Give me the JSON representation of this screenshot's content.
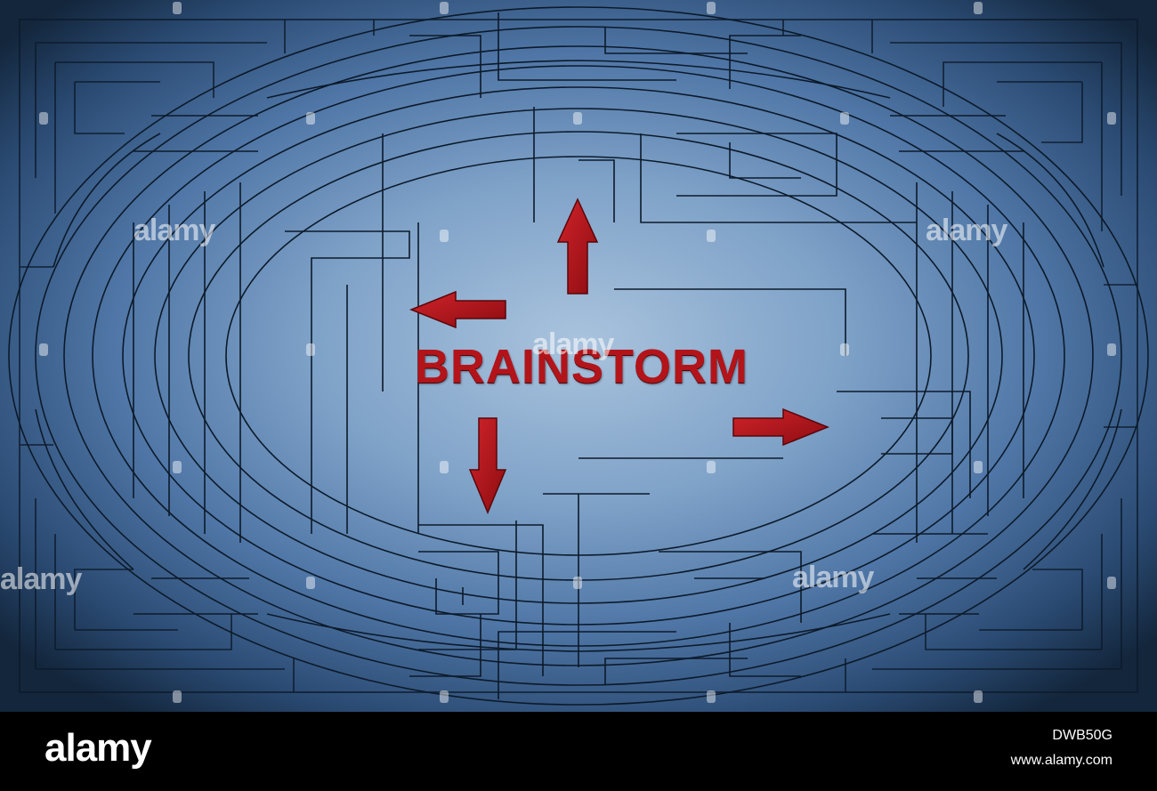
{
  "image": {
    "headline": "BRAINSTORM",
    "headline_color": "#b3141a",
    "background_color": "#5a82b4",
    "maze_line_color": "#0c1a2a",
    "arrows": [
      {
        "direction": "up",
        "icon": "arrow-up-icon"
      },
      {
        "direction": "left",
        "icon": "arrow-left-icon"
      },
      {
        "direction": "right",
        "icon": "arrow-right-icon"
      },
      {
        "direction": "down",
        "icon": "arrow-down-icon"
      }
    ]
  },
  "watermark": {
    "text": "alamy"
  },
  "footer": {
    "logo": "alamy",
    "image_id": "DWB50G",
    "site": "www.alamy.com"
  }
}
